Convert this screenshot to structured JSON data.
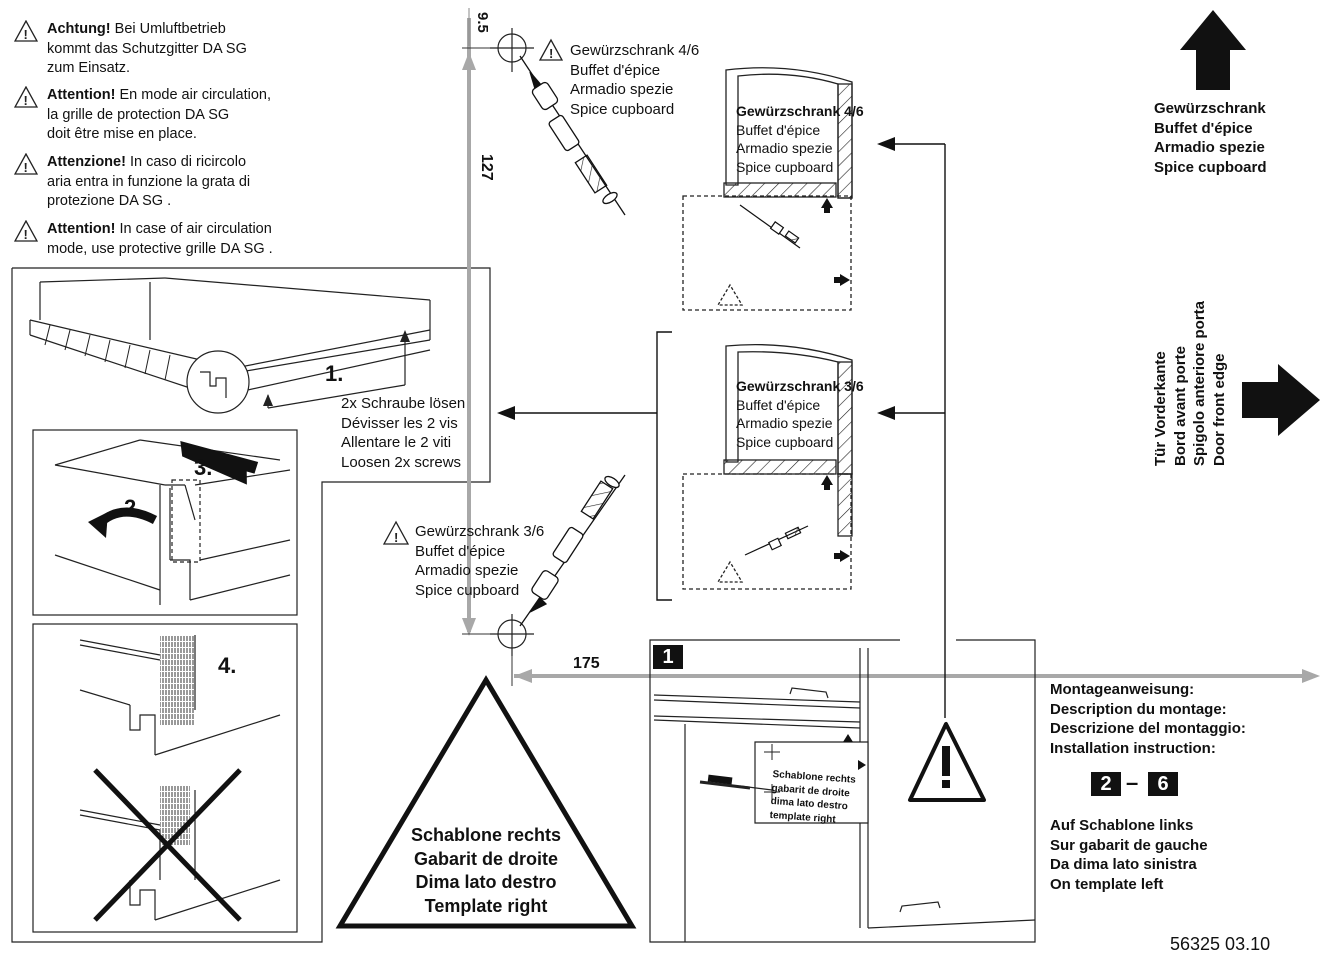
{
  "warnings": [
    {
      "lead": "Achtung!",
      "lines": [
        " Bei Umluftbetrieb",
        "kommt das Schutzgitter DA SG",
        "zum Einsatz."
      ]
    },
    {
      "lead": "Attention!",
      "lines": [
        " En mode air circulation,",
        "la grille de protection DA SG",
        "doit être mise en place."
      ]
    },
    {
      "lead": "Attenzione!",
      "lines": [
        " In caso di ricircolo",
        "aria entra in funzione la grata di",
        "protezione DA SG ."
      ]
    },
    {
      "lead": "Attention!",
      "lines": [
        " In case of air circulation",
        "mode, use protective grille DA SG ."
      ]
    }
  ],
  "steps": {
    "s1": "1.",
    "s2": "2.",
    "s3": "3.",
    "s4": "4."
  },
  "screw_instruction": [
    "2x Schraube lösen",
    "Dévisser les 2 vis",
    "Allentare le 2 viti",
    "Loosen 2x screws"
  ],
  "dimensions": {
    "top": "9.5",
    "vertical": "127",
    "horizontal": "175"
  },
  "top_screw_label": [
    "Gewürzschrank 4/6",
    "Buffet d'épice",
    "Armadio spezie",
    "Spice cupboard"
  ],
  "bottom_screw_label": [
    "Gewürzschrank 3/6",
    "Buffet d'épice",
    "Armadio spezie",
    "Spice cupboard"
  ],
  "cabinet_top": {
    "title": "Gewürzschrank 4/6",
    "lines": [
      "Buffet d'épice",
      "Armadio spezie",
      "Spice cupboard"
    ]
  },
  "cabinet_mid": {
    "title": "Gewürzschrank 3/6",
    "lines": [
      "Buffet d'épice",
      "Armadio spezie",
      "Spice cupboard"
    ]
  },
  "up_arrow_label": [
    "Gewürzschrank",
    "Buffet d'épice",
    "Armadio spezie",
    "Spice cupboard"
  ],
  "door_edge_label": [
    "Tür Vorderkante",
    "Bord avant porte",
    "Spigolo anteriore porta",
    "Door front edge"
  ],
  "template_right": [
    "Schablone rechts",
    "Gabarit de droite",
    "Dima lato destro",
    "Template right"
  ],
  "panel_number": "1",
  "small_template": [
    "Schablone rechts",
    "gabarit de droite",
    "dima lato destro",
    "template right"
  ],
  "montage_heading": [
    "Montageanweisung:",
    "Description du montage:",
    "Descrizione del montaggio:",
    "Installation instruction:"
  ],
  "pages": {
    "from": "2",
    "dash": "–",
    "to": "6"
  },
  "template_left": [
    "Auf Schablone links",
    "Sur gabarit de gauche",
    "Da dima lato sinistra",
    "On template left"
  ],
  "footer_code": "56325  03.10"
}
